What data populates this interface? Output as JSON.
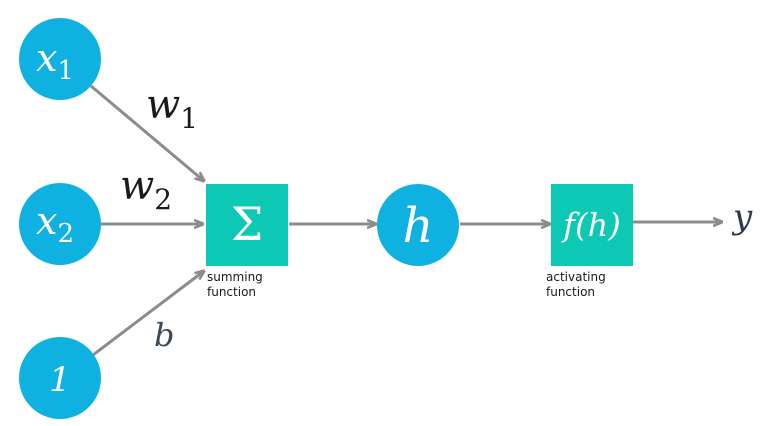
{
  "nodes": {
    "x1": {
      "base": "x",
      "sub": "1"
    },
    "x2": {
      "base": "x",
      "sub": "2"
    },
    "one": {
      "label": "1"
    },
    "sum": {
      "symbol": "Σ"
    },
    "h": {
      "label": "h"
    },
    "activation": {
      "label": "f(h)"
    }
  },
  "weights": {
    "w1": {
      "base": "w",
      "sub": "1"
    },
    "w2": {
      "base": "w",
      "sub": "2"
    },
    "bias": "b"
  },
  "output": {
    "label": "y"
  },
  "captions": {
    "summing": [
      "summing",
      "function"
    ],
    "activating": [
      "activating",
      "function"
    ]
  },
  "colors": {
    "input_node": "#0fb1e0",
    "function_box": "#0dc8b4",
    "arrow": "#8c8c8c"
  }
}
